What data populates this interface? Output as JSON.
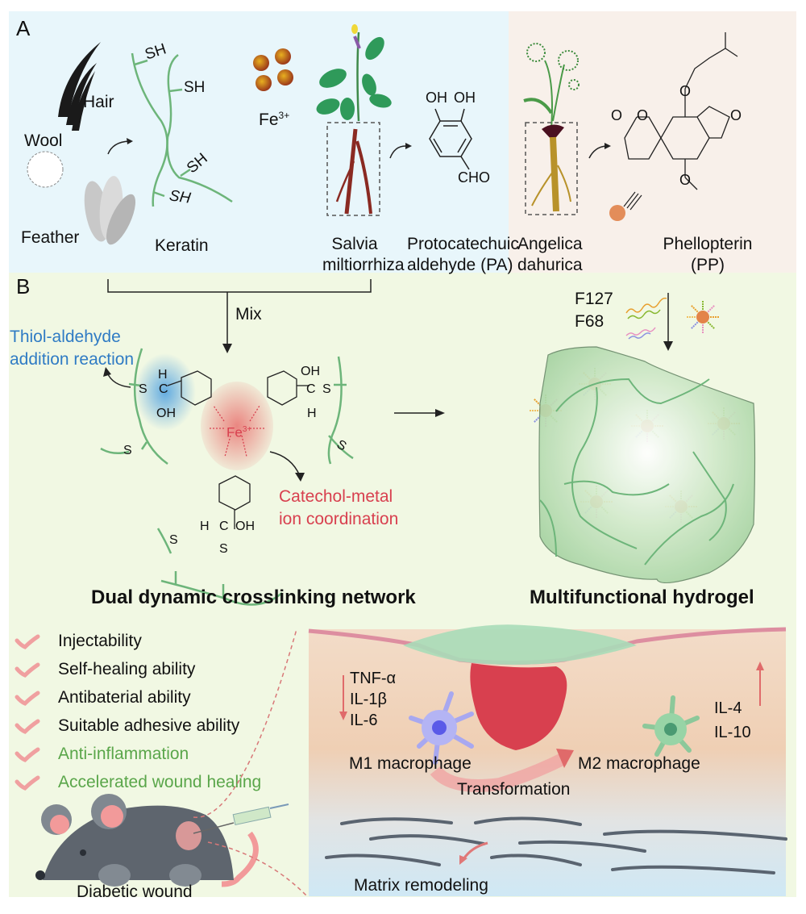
{
  "panels": {
    "a": {
      "letter": "A",
      "sources": {
        "hair": "Hair",
        "wool": "Wool",
        "feather": "Feather"
      },
      "keratin": {
        "label": "Keratin",
        "groups": [
          "SH",
          "SH",
          "SH",
          "SH"
        ]
      },
      "iron": {
        "label": "Fe",
        "charge": "3+"
      },
      "salvia": {
        "line1": "Salvia",
        "line2": "miltiorrhiza"
      },
      "pa": {
        "line1": "Protocatechuic",
        "line2": "aldehyde (PA)",
        "groups": [
          "OH",
          "OH",
          "CHO"
        ]
      },
      "angelica": {
        "line1": "Angelica",
        "line2": "dahurica"
      },
      "pp": {
        "line1": "Phellopterin",
        "line2": "(PP)",
        "atoms": [
          "O",
          "O",
          "O",
          "O",
          "O"
        ]
      }
    },
    "b": {
      "letter": "B",
      "mix_label": "Mix",
      "thiol_label": {
        "line1": "Thiol-aldehyde",
        "line2": "addition reaction"
      },
      "catechol_label": {
        "line1": "Catechol-metal",
        "line2": "ion coordination"
      },
      "network_title": "Dual dynamic crosslinking network",
      "hydrogel_title": "Multifunctional hydrogel",
      "polymers": [
        "F127",
        "F68"
      ],
      "center_ion": {
        "label": "Fe",
        "charge": "3+"
      },
      "chem_atoms": {
        "left": [
          "H",
          "S",
          "C",
          "OH"
        ],
        "right": [
          "OH",
          "C",
          "S",
          "H"
        ],
        "bottom": [
          "H",
          "C",
          "OH",
          "S"
        ],
        "free_s": [
          "S",
          "S",
          "S"
        ]
      },
      "features": [
        {
          "label": "Injectability",
          "color": "#111111"
        },
        {
          "label": "Self-healing ability",
          "color": "#111111"
        },
        {
          "label": "Antibaterial ability",
          "color": "#111111"
        },
        {
          "label": "Suitable adhesive ability",
          "color": "#111111"
        },
        {
          "label": "Anti-inflammation",
          "color": "#5aa64a"
        },
        {
          "label": "Accelerated wound healing",
          "color": "#5aa64a"
        }
      ],
      "mouse_label": "Diabetic wound",
      "wound": {
        "down_cytokines": [
          "TNF-α",
          "IL-1β",
          "IL-6"
        ],
        "up_cytokines": [
          "IL-4",
          "IL-10"
        ],
        "m1_label": "M1 macrophage",
        "m2_label": "M2 macrophage",
        "transformation_label": "Transformation",
        "matrix_label": "Matrix remodeling"
      }
    }
  },
  "colors": {
    "panel_a_blue": "#e8f6fb",
    "panel_a_beige": "#f8f0ea",
    "panel_b_green": "#f1f8e3",
    "keratin_green": "#6db57a",
    "iron_brown": "#a2481b",
    "accent_red": "#d8404f",
    "accent_blue": "#2f7bc4",
    "feature_green": "#5aa64a",
    "check_pink": "#f0a0a0"
  }
}
